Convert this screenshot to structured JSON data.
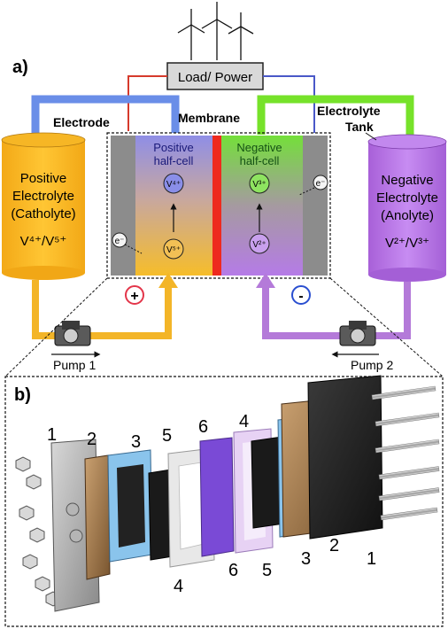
{
  "panel_a": {
    "label": "a)",
    "load_power": "Load/ Power",
    "electrode": "Electrode",
    "membrane": "Membrane",
    "electrolyte_tank": [
      "Electrolyte",
      "Tank"
    ],
    "positive_tank": {
      "lines": [
        "Positive",
        "Electrolyte",
        "(Catholyte)"
      ],
      "species": "V⁴⁺/V⁵⁺"
    },
    "negative_tank": {
      "lines": [
        "Negative",
        "Electrolyte",
        "(Anolyte)"
      ],
      "species": "V²⁺/V³⁺"
    },
    "positive_half_cell": [
      "Positive",
      "half-cell"
    ],
    "negative_half_cell": [
      "Negative",
      "half-cell"
    ],
    "pos_ion_top": "V⁴⁺",
    "pos_ion_bottom": "V⁵⁺",
    "neg_ion_top": "V³⁺",
    "neg_ion_bottom": "V²⁺",
    "electron_left": "e⁻",
    "electron_right": "e⁻",
    "plus_sign": "+",
    "minus_sign": "-",
    "pump1": "Pump 1",
    "pump2": "Pump 2",
    "colors": {
      "catholyte": "#f9b81d",
      "anolyte": "#b87be8",
      "positive_pipe": "#f3b528",
      "negative_pipe": "#b47ad9",
      "blue_wire": "#6a8ee8",
      "green_wire": "#76e22a",
      "red_wire": "#d63a2c",
      "membrane": "#ee2a1e",
      "plus": "#e3364a",
      "minus": "#2a4fd0"
    }
  },
  "panel_b": {
    "label": "b)",
    "numbers_top": [
      "1",
      "2",
      "3",
      "5",
      "6",
      "4"
    ],
    "numbers_bottom": [
      "4",
      "6",
      "5",
      "3",
      "2",
      "1"
    ]
  }
}
